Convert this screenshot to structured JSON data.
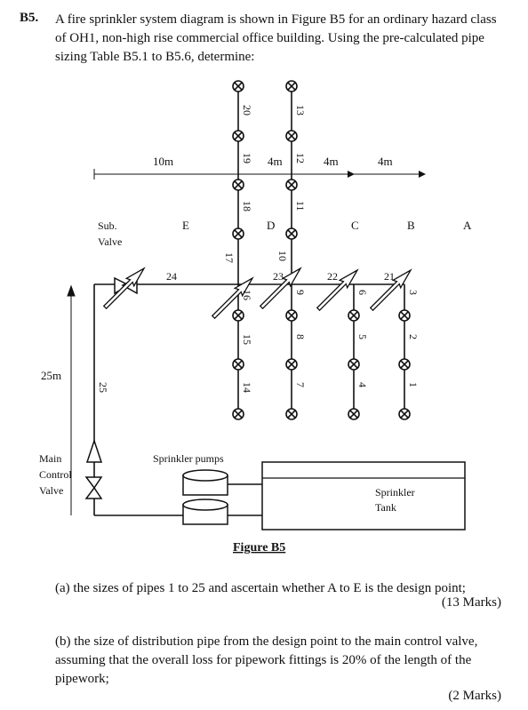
{
  "question": {
    "number": "B5.",
    "text": "A fire sprinkler system diagram is shown in Figure B5 for an ordinary hazard class of OH1, non-high rise commercial office building. Using the pre-calculated pipe sizing Table B5.1 to B5.6, determine:"
  },
  "figure": {
    "caption": "Figure B5",
    "dimensions": {
      "d1": "10m",
      "d2": "4m",
      "d3": "4m",
      "d4": "4m",
      "height": "25m"
    },
    "labels": {
      "sub_valve": "Sub. Valve",
      "main_valve": "Main Control Valve",
      "pumps": "Sprinkler pumps",
      "tank": "Sprinkler Tank"
    },
    "points": [
      "A",
      "B",
      "C",
      "D",
      "E"
    ],
    "pipe_numbers": {
      "p1": "1",
      "p2": "2",
      "p3": "3",
      "p4": "4",
      "p5": "5",
      "p6": "6",
      "p7": "7",
      "p8": "8",
      "p9": "9",
      "p10": "10",
      "p11": "11",
      "p12": "12",
      "p13": "13",
      "p14": "14",
      "p15": "15",
      "p16": "16",
      "p17": "17",
      "p18": "18",
      "p19": "19",
      "p20": "20",
      "p21": "21",
      "p22": "22",
      "p23": "23",
      "p24": "24",
      "p25": "25"
    }
  },
  "parts": {
    "a": {
      "text": "(a) the sizes of pipes 1 to 25 and ascertain whether A to E is the design point;",
      "marks": "(13 Marks)"
    },
    "b": {
      "text": "(b) the size of distribution pipe from the design point to the main control valve, assuming that the overall loss for pipework fittings is 20% of the length of the pipework;",
      "marks": "(2 Marks)"
    }
  }
}
